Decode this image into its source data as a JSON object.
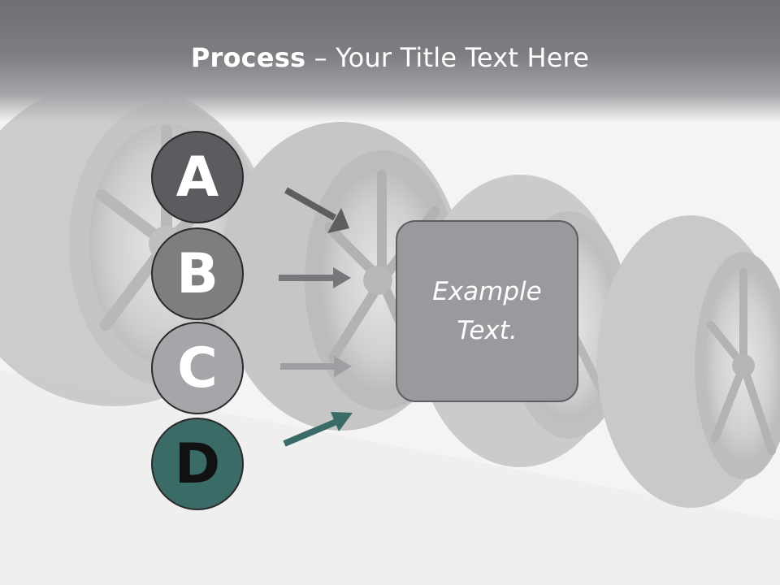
{
  "title": {
    "bold": "Process",
    "rest": " – Your Title Text Here"
  },
  "steps": [
    {
      "letter": "A",
      "color": "#5b5c5f"
    },
    {
      "letter": "B",
      "color": "#7d7e80"
    },
    {
      "letter": "C",
      "color": "#a4a6a9"
    },
    {
      "letter": "D",
      "color": "#3a6b67",
      "text_color": "#111111"
    }
  ],
  "example": {
    "line1": "Example",
    "line2": "Text."
  },
  "colors": {
    "arrow_gray_dark": "#5d5e60",
    "arrow_gray_mid": "#76777a",
    "arrow_gray_light": "#9d9fa2",
    "arrow_teal": "#3a6b67"
  },
  "background_image": "tires-icon"
}
